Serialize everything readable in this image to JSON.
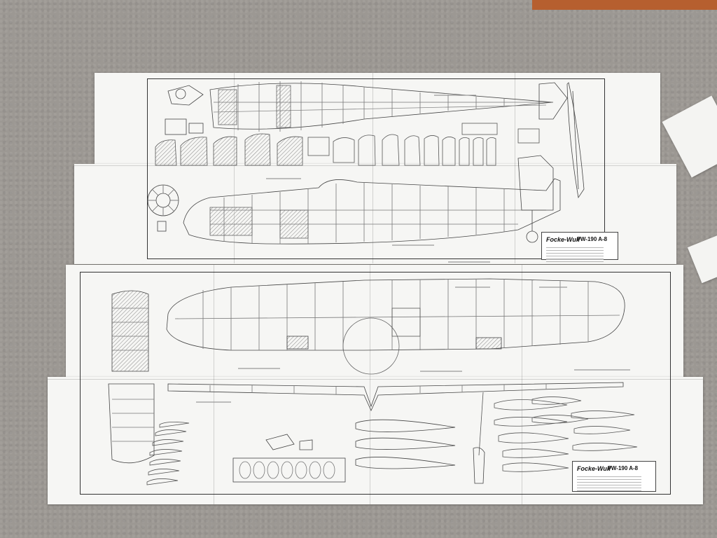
{
  "title_blocks": [
    {
      "maker": "Focke-Wulf",
      "model": "FW-190 A-8"
    },
    {
      "maker": "Focke-Wulf",
      "model": "FW-190 A-8"
    }
  ],
  "colors": {
    "carpet": "#9c9893",
    "paper": "#f6f6f4",
    "ink": "#333333",
    "wood_object": "#b65f2f"
  }
}
